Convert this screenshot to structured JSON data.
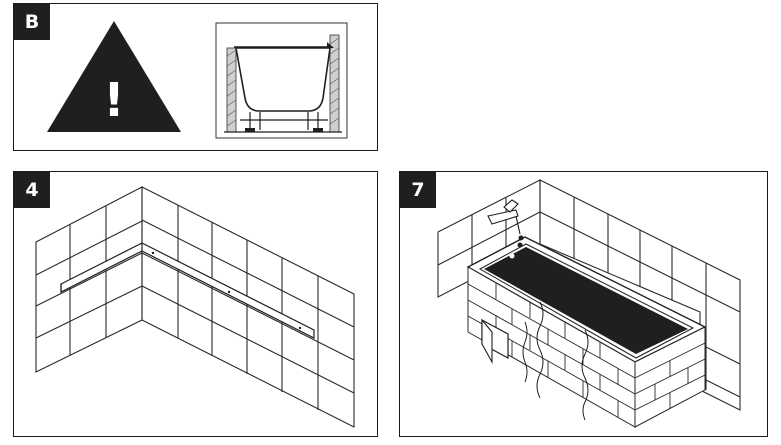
{
  "steps": {
    "b": {
      "label": "B"
    },
    "four": {
      "label": "4"
    },
    "seven": {
      "label": "7"
    }
  },
  "warning": {
    "symbol": "!"
  },
  "colors": {
    "ink": "#1f1f1f",
    "paper": "#ffffff",
    "line": "#2a2a2a"
  }
}
